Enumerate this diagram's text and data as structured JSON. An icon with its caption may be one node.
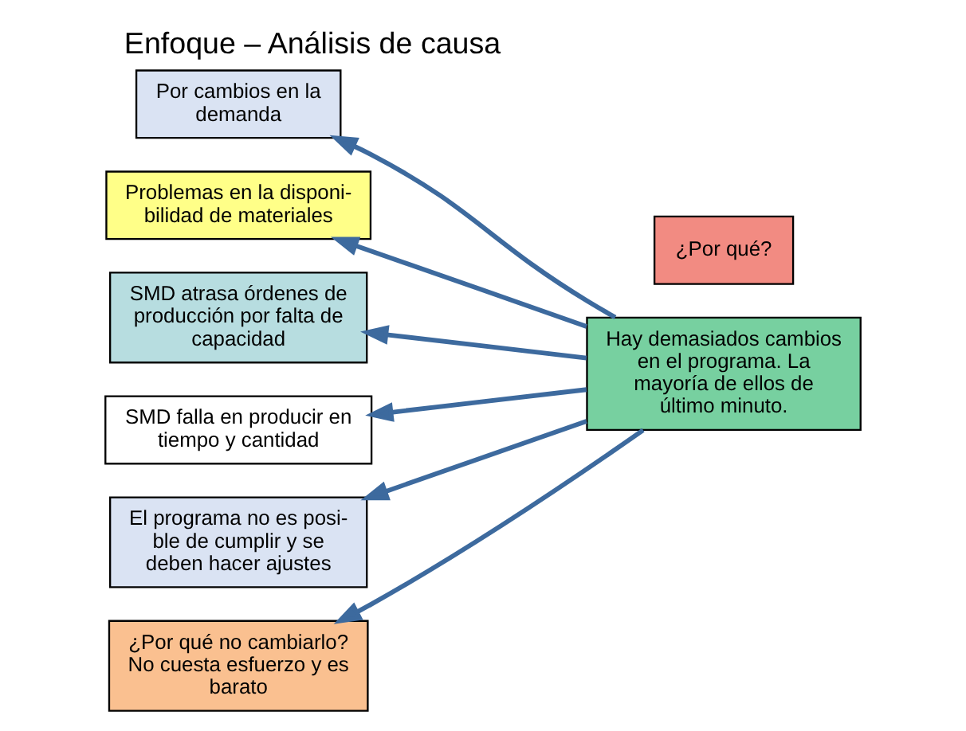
{
  "diagram": {
    "title": "Enfoque – Análisis de causa",
    "nodes": [
      {
        "text": [
          "Por cambios en la demanda"
        ]
      },
      {
        "text": [
          "Problemas en la disponi- bilidad de materiales"
        ]
      },
      {
        "text": [
          "SMD atrasa órdenes de producción por falta de capacidad"
        ]
      },
      {
        "text": [
          "SMD falla en producir en tiempo y cantidad"
        ]
      },
      {
        "text": [
          "El programa no es posi- ble de cumplir y se deben hacer ajustes"
        ]
      },
      {
        "text": [
          "¿Por qué no cambiarlo? No cuesta esfuerzo y es barato"
        ]
      },
      {
        "text": [
          "Hay demasiados cambios en el programa. La mayoría de ellos de último minuto."
        ]
      },
      {
        "text": [
          "¿Por qué?"
        ]
      }
    ],
    "edges": [
      {
        "from": 6,
        "to": 0,
        "arrow": "to"
      },
      {
        "from": 6,
        "to": 1,
        "arrow": "to"
      },
      {
        "from": 6,
        "to": 2,
        "arrow": "to"
      },
      {
        "from": 6,
        "to": 3,
        "arrow": "to"
      },
      {
        "from": 6,
        "to": 4,
        "arrow": "to"
      },
      {
        "from": 6,
        "to": 5,
        "arrow": "to"
      }
    ]
  }
}
